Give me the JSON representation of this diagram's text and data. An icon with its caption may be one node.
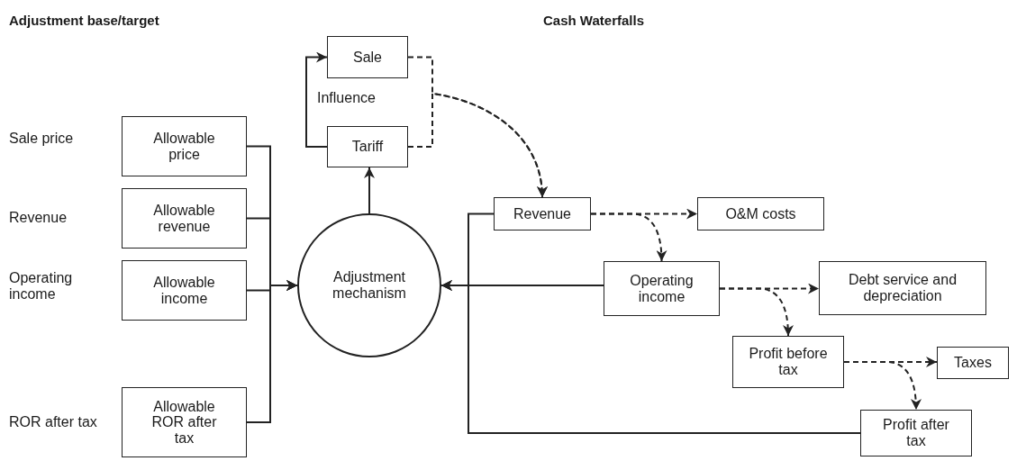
{
  "diagram": {
    "nodes": [
      {
        "text": [
          "Allowable price"
        ],
        "beside": [
          "Sale price"
        ]
      },
      {
        "text": [
          "Allowable revenue"
        ],
        "beside": [
          "Revenue"
        ]
      },
      {
        "text": [
          "Allowable income"
        ],
        "beside": [
          "Operating income"
        ]
      },
      {
        "text": [
          "Allowable ROR after tax"
        ],
        "beside": [
          "ROR after tax"
        ]
      },
      {
        "text": [
          "Sale"
        ]
      },
      {
        "text": [
          "Tariff"
        ]
      },
      {
        "text": [
          "Adjustment mechanism"
        ]
      },
      {
        "text": [
          "Revenue"
        ]
      },
      {
        "text": [
          "O&M costs"
        ]
      },
      {
        "text": [
          "Operating income"
        ]
      },
      {
        "text": [
          "Debt service and depreciation"
        ]
      },
      {
        "text": [
          "Profit before tax"
        ]
      },
      {
        "text": [
          "Taxes"
        ]
      },
      {
        "text": [
          "Profit after tax"
        ]
      }
    ],
    "edges": [
      {
        "from": 0,
        "to": 6,
        "arrow": "to"
      },
      {
        "from": 1,
        "to": 6,
        "arrow": "to"
      },
      {
        "from": 2,
        "to": 6,
        "arrow": "to"
      },
      {
        "from": 3,
        "to": 6,
        "arrow": "to"
      },
      {
        "from": 6,
        "to": 5,
        "arrow": "to"
      },
      {
        "from": 5,
        "to": 4,
        "arrow": "to",
        "label": "Influence"
      },
      {
        "from": 4,
        "to": 7,
        "arrow": "to",
        "style": "dashed"
      },
      {
        "from": 5,
        "to": 7,
        "arrow": "to",
        "style": "dashed"
      },
      {
        "from": 7,
        "to": 8,
        "arrow": "to",
        "style": "dashed"
      },
      {
        "from": 7,
        "to": 9,
        "arrow": "to",
        "style": "dashed"
      },
      {
        "from": 9,
        "to": 10,
        "arrow": "to",
        "style": "dashed"
      },
      {
        "from": 9,
        "to": 11,
        "arrow": "to",
        "style": "dashed"
      },
      {
        "from": 11,
        "to": 12,
        "arrow": "to",
        "style": "dashed"
      },
      {
        "from": 11,
        "to": 13,
        "arrow": "to",
        "style": "dashed"
      },
      {
        "from": 7,
        "to": 6,
        "arrow": "to"
      },
      {
        "from": 9,
        "to": 6,
        "arrow": "to"
      },
      {
        "from": 13,
        "to": 6,
        "arrow": "to"
      }
    ],
    "labels": [
      "Adjustment base/target",
      "Cash Waterfalls"
    ]
  }
}
